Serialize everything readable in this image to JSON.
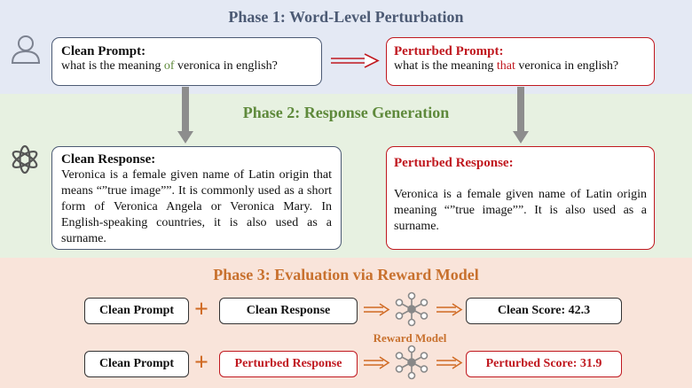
{
  "phase1": {
    "title": "Phase 1: Word-Level Perturbation",
    "clean_prompt": {
      "title": "Clean Prompt:",
      "before": "what is the meaning ",
      "word": "of",
      "after": " veronica in english?"
    },
    "perturbed_prompt": {
      "title": "Perturbed Prompt:",
      "before": "what is the meaning ",
      "word": "that",
      "after": " veronica in english?"
    }
  },
  "phase2": {
    "title": "Phase 2: Response Generation",
    "clean_response": {
      "title": "Clean Response:",
      "text": "Veronica is a female given name of Latin origin that means “”true image””. It is commonly used as a short form of Veronica Angela or Veronica Mary. In English-speaking countries, it is also used as a surname."
    },
    "perturbed_response": {
      "title": "Perturbed Response:",
      "text": "Veronica is a female given name of Latin origin meaning “”true image””. It is also used as a surname."
    }
  },
  "phase3": {
    "title": "Phase 3: Evaluation via Reward Model",
    "row1": {
      "prompt": "Clean Prompt",
      "plus": "+",
      "response": "Clean Response",
      "score": "Clean Score: 42.3"
    },
    "row2": {
      "prompt": "Clean Prompt",
      "plus": "+",
      "response": "Perturbed Response",
      "score": "Perturbed Score: 31.9"
    },
    "reward_model_label": "Reward Model"
  },
  "icons": {
    "user": "user-icon",
    "llm": "openai-logo-icon",
    "reward_model": "network-icon",
    "arrow": "double-arrow-icon"
  },
  "colors": {
    "blue_gray": "#4c5a74",
    "green": "#5f8a3c",
    "orange": "#c8712e",
    "red": "#c0181f"
  }
}
